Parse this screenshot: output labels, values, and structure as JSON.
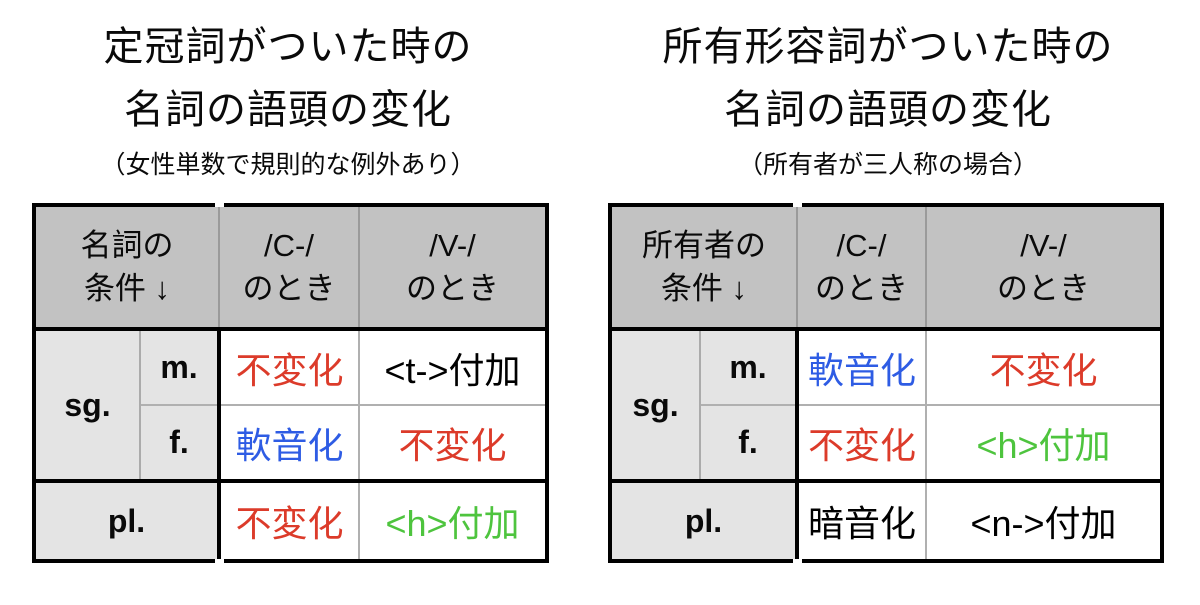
{
  "palette": {
    "red": "#dc3b2a",
    "blue": "#2e5ce4",
    "green": "#4ec43e",
    "black": "#000000",
    "header_bg": "#c2c2c2",
    "condition_bg": "#e4e4e4"
  },
  "left_panel": {
    "title_line1": "定冠詞がついた時の",
    "title_line2": "名詞の語頭の変化",
    "subtitle": "（女性単数で規則的な例外あり）",
    "table": {
      "header": {
        "condition": "名詞の\n条件 ↓",
        "consonant": "/C-/\nのとき",
        "vowel": "/V-/\nのとき"
      },
      "labels": {
        "sg": "sg.",
        "m": "m.",
        "f": "f.",
        "pl": "pl."
      },
      "cells": {
        "sg_m": {
          "c": {
            "text": "不変化",
            "color": "red"
          },
          "v": {
            "text": "<t->付加",
            "color": "black"
          }
        },
        "sg_f": {
          "c": {
            "text": "軟音化",
            "color": "blue"
          },
          "v": {
            "text": "不変化",
            "color": "red"
          }
        },
        "pl": {
          "c": {
            "text": "不変化",
            "color": "red"
          },
          "v": {
            "text": "<h>付加",
            "color": "green"
          }
        }
      }
    }
  },
  "right_panel": {
    "title_line1": "所有形容詞がついた時の",
    "title_line2": "名詞の語頭の変化",
    "subtitle": "（所有者が三人称の場合）",
    "table": {
      "header": {
        "condition": "所有者の\n条件 ↓",
        "consonant": "/C-/\nのとき",
        "vowel": "/V-/\nのとき"
      },
      "labels": {
        "sg": "sg.",
        "m": "m.",
        "f": "f.",
        "pl": "pl."
      },
      "cells": {
        "sg_m": {
          "c": {
            "text": "軟音化",
            "color": "blue"
          },
          "v": {
            "text": "不変化",
            "color": "red"
          }
        },
        "sg_f": {
          "c": {
            "text": "不変化",
            "color": "red"
          },
          "v": {
            "text": "<h>付加",
            "color": "green"
          }
        },
        "pl": {
          "c": {
            "text": "暗音化",
            "color": "black"
          },
          "v": {
            "text": "<n->付加",
            "color": "black"
          }
        }
      }
    }
  }
}
